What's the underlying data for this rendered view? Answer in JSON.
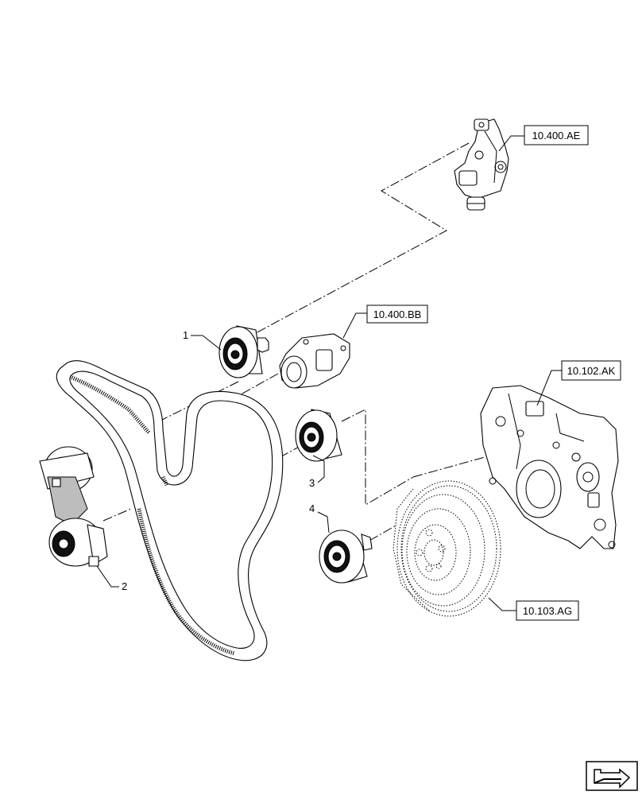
{
  "references": {
    "water_pump": "10.400.AE",
    "thermostat_housing": "10.400.BB",
    "front_cover": "10.102.AK",
    "crankshaft_damper": "10.103.AG"
  },
  "callouts": {
    "idler_pulley_upper": "1",
    "belt_tensioner": "2",
    "idler_pulley_middle": "3",
    "idler_pulley_lower": "4"
  },
  "navigation": {
    "icon": "next-page-arrow-icon"
  }
}
